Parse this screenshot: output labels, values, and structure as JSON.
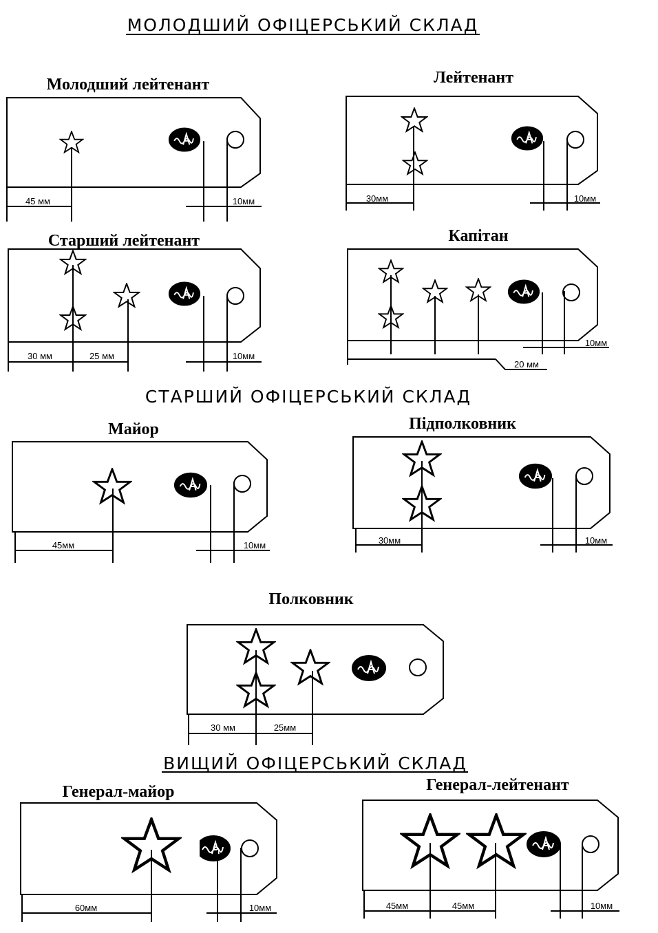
{
  "sections": {
    "junior": "МОЛОДШИЙ ОФІЦЕРСЬКИЙ СКЛАД",
    "senior": "СТАРШИЙ ОФІЦЕРСЬКИЙ СКЛАД",
    "higher": "ВИЩИЙ ОФІЦЕРСЬКИЙ СКЛАД"
  },
  "ranks": {
    "jr_lt": {
      "title": "Молодший лейтенант",
      "d1": "45 мм",
      "d2": "10мм"
    },
    "lt": {
      "title": "Лейтенант",
      "d1": "30мм",
      "d2": "10мм"
    },
    "sr_lt": {
      "title": "Старший лейтенант",
      "d1": "30 мм",
      "d1b": "25 мм",
      "d2": "10мм"
    },
    "capt": {
      "title": "Капітан",
      "d2": "10мм",
      "d3": "20 мм"
    },
    "major": {
      "title": "Майор",
      "d1": "45мм",
      "d2": "10мм"
    },
    "ltcol": {
      "title": "Підполковник",
      "d1": "30мм",
      "d2": "10мм"
    },
    "col": {
      "title": "Полковник",
      "d1": "30 мм",
      "d1b": "25мм"
    },
    "mg": {
      "title": "Генерал-майор",
      "d1": "60мм",
      "d2": "10мм"
    },
    "lg": {
      "title": "Генерал-лейтенант",
      "d1": "45мм",
      "d1b": "45мм",
      "d2": "10мм"
    }
  },
  "emblem_icon": "emblem-oval-icon",
  "star_icon": "star-icon",
  "button_icon": "button-hole-icon"
}
